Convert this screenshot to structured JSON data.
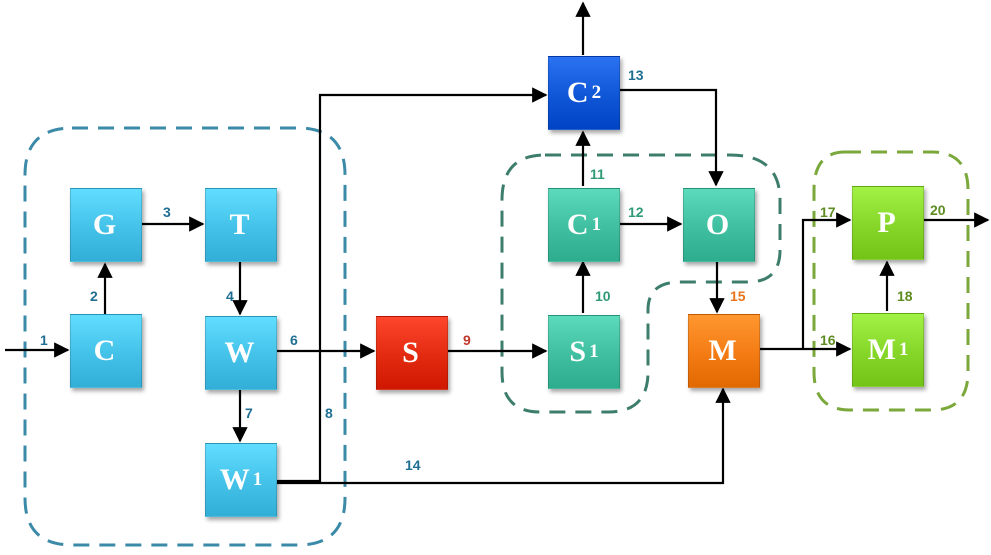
{
  "colors": {
    "cyan_block": "#44c1e8",
    "teal_block": "#3fbfa0",
    "blue_block": "#0f56d6",
    "red_block": "#e22a10",
    "orange_block": "#f47b14",
    "green_block": "#86d62a",
    "blue_boundary": "#3a8aa8",
    "teal_boundary": "#3d7d6c",
    "green_boundary": "#7aa83a",
    "arrow": "#000000"
  },
  "blocks": {
    "G": {
      "main": "G",
      "sub": ""
    },
    "T": {
      "main": "T",
      "sub": ""
    },
    "C": {
      "main": "C",
      "sub": ""
    },
    "W": {
      "main": "W",
      "sub": ""
    },
    "W1": {
      "main": "W",
      "sub": "1"
    },
    "S": {
      "main": "S",
      "sub": ""
    },
    "S1": {
      "main": "S",
      "sub": "1"
    },
    "C1": {
      "main": "C",
      "sub": "1"
    },
    "C2": {
      "main": "C",
      "sub": "2"
    },
    "O": {
      "main": "O",
      "sub": ""
    },
    "M": {
      "main": "M",
      "sub": ""
    },
    "P": {
      "main": "P",
      "sub": ""
    },
    "M1": {
      "main": "M",
      "sub": "1"
    }
  },
  "streams": {
    "s1": "1",
    "s2": "2",
    "s3": "3",
    "s4": "4",
    "s6": "6",
    "s7": "7",
    "s8": "8",
    "s9": "9",
    "s10": "10",
    "s11": "11",
    "s12": "12",
    "s13": "13",
    "s14": "14",
    "s15": "15",
    "s16": "16",
    "s17": "17",
    "s18": "18",
    "s20": "20"
  },
  "stream_colors": {
    "blue_num": "#1f6f93",
    "red_num": "#c0392b",
    "teal_num": "#2f9a78",
    "orange_num": "#e8731a",
    "green_num": "#5f8c22"
  }
}
